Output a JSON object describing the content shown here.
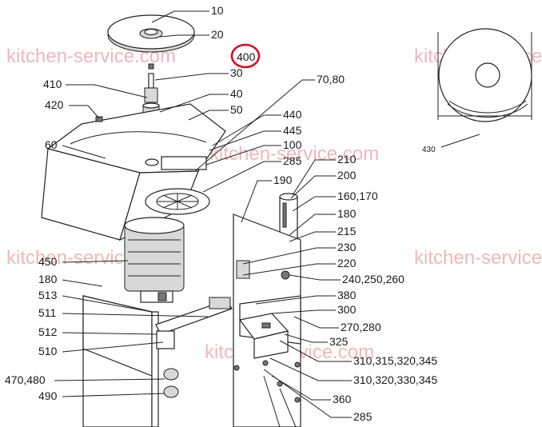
{
  "watermark": "kitchen-service.com",
  "labels": {
    "p10": "10",
    "p20": "20",
    "p400": "400",
    "p30": "30",
    "p410": "410",
    "p40": "40",
    "p420": "420",
    "p50": "50",
    "p7080": "70,80",
    "p60": "60",
    "p440": "440",
    "p445": "445",
    "p100": "100",
    "p285a": "285",
    "p190": "190",
    "p210": "210",
    "p200": "200",
    "p160170": "160,170",
    "p180a": "180",
    "p215": "215",
    "p230": "230",
    "p450": "450",
    "p220": "220",
    "p180b": "180",
    "p240250260": "240,250,260",
    "p513": "513",
    "p380": "380",
    "p511": "511",
    "p300": "300",
    "p512": "512",
    "p270280": "270,280",
    "p510": "510",
    "p325": "325",
    "p310a": "310,315,320,345",
    "p470480": "470,480",
    "p310b": "310,320,330,345",
    "p490": "490",
    "p360": "360",
    "p285b": "285",
    "p430": "430"
  },
  "highlight": {
    "label": "400",
    "color": "#e0001b"
  }
}
